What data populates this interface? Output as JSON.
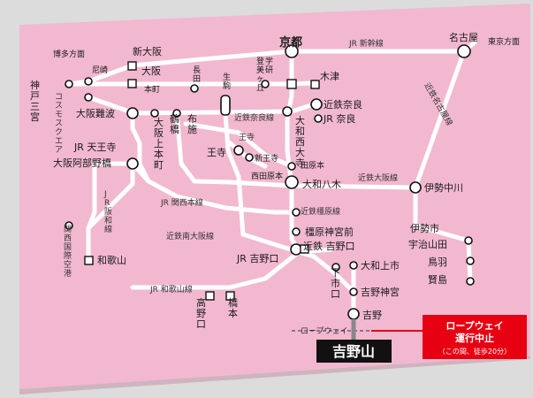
{
  "destination": "吉野山",
  "notice": {
    "line1": "ロープウェイ",
    "line2": "運行中止",
    "line3": "（この間、徒歩20分）"
  },
  "stations": [
    {
      "name": "博多方面",
      "size": "sm"
    },
    {
      "name": "神戸三宮",
      "size": "mid"
    },
    {
      "name": "尼崎",
      "size": "sm"
    },
    {
      "name": "新大阪",
      "size": "mid"
    },
    {
      "name": "大阪",
      "size": "mid"
    },
    {
      "name": "本町",
      "size": "sm"
    },
    {
      "name": "コスモスクエア",
      "size": "lbl"
    },
    {
      "name": "大阪難波",
      "size": "mid"
    },
    {
      "name": "鶴橋",
      "size": "mid"
    },
    {
      "name": "布施",
      "size": "mid"
    },
    {
      "name": "大阪上本町",
      "size": "mid"
    },
    {
      "name": "JR 天王寺",
      "size": "mid"
    },
    {
      "name": "大阪阿部野橋",
      "size": "mid"
    },
    {
      "name": "長田",
      "size": "sm"
    },
    {
      "name": "生駒",
      "size": "sm"
    },
    {
      "name": "登美ヶ丘",
      "size": "sm"
    },
    {
      "name": "学研",
      "size": "sm"
    },
    {
      "name": "京都",
      "size": "big"
    },
    {
      "name": "木津",
      "size": "mid"
    },
    {
      "name": "近鉄奈良",
      "size": "mid"
    },
    {
      "name": "JR 奈良",
      "size": "mid"
    },
    {
      "name": "大和西大寺",
      "size": "mid"
    },
    {
      "name": "王寺",
      "size": "mid"
    },
    {
      "name": "新王寺",
      "size": "sm"
    },
    {
      "name": "田原本",
      "size": "sm"
    },
    {
      "name": "西田原本",
      "size": "sm"
    },
    {
      "name": "大和八木",
      "size": "mid"
    },
    {
      "name": "伊勢中川",
      "size": "mid"
    },
    {
      "name": "名古屋",
      "size": "mid"
    },
    {
      "name": "東京方面",
      "size": "sm"
    },
    {
      "name": "JR 阪和線",
      "size": "lbl"
    },
    {
      "name": "関西国際空港",
      "size": "lbl"
    },
    {
      "name": "和歌山",
      "size": "mid"
    },
    {
      "name": "橿原神宮前",
      "size": "mid"
    },
    {
      "name": "近鉄 吉野口",
      "size": "mid"
    },
    {
      "name": "JR 吉野口",
      "size": "mid"
    },
    {
      "name": "大和上市",
      "size": "mid"
    },
    {
      "name": "下市口",
      "size": "mid"
    },
    {
      "name": "吉野神宮",
      "size": "mid"
    },
    {
      "name": "吉野",
      "size": "mid"
    },
    {
      "name": "伊勢市",
      "size": "mid"
    },
    {
      "name": "宇治山田",
      "size": "mid"
    },
    {
      "name": "鳥羽",
      "size": "mid"
    },
    {
      "name": "賢島",
      "size": "mid"
    },
    {
      "name": "高野口",
      "size": "mid"
    },
    {
      "name": "橋本",
      "size": "mid"
    }
  ],
  "lines": [
    "JR 新幹線",
    "近鉄奈良線",
    "王寺",
    "近鉄大阪線",
    "JR 関西本線",
    "近鉄橿原線",
    "近鉄南大阪線",
    "JR 和歌山線",
    "近鉄名古屋線",
    "ロープウェイ"
  ]
}
